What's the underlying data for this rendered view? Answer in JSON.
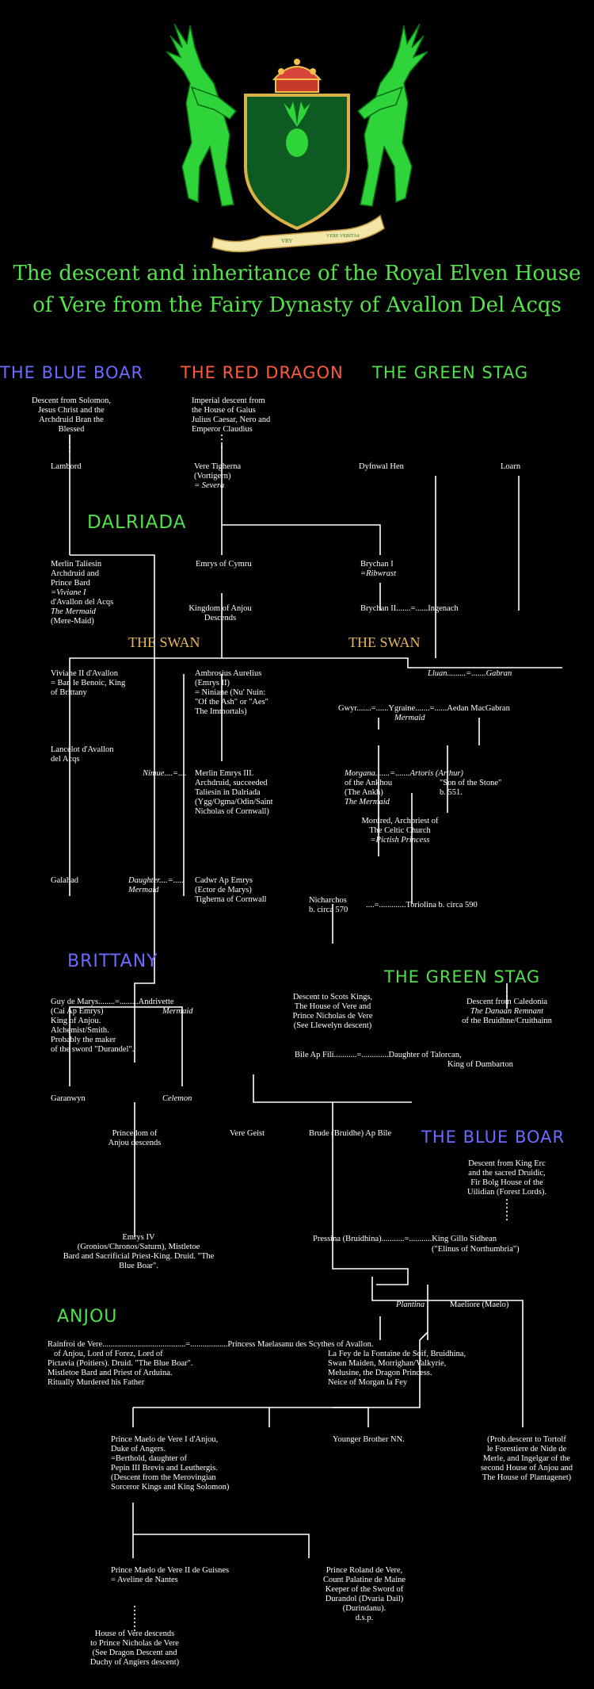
{
  "colors": {
    "blue": "#6b6bff",
    "red": "#ff5a3c",
    "green": "#4fe04a",
    "gold": "#e8b65a",
    "line": "#ffffff"
  },
  "crest": {
    "motto_left": "VRY",
    "motto_right": "VERE VERITAS"
  },
  "title": {
    "line1": "The descent and inheritance of the Royal Elven House",
    "line2": "of Vere from the Fairy Dynasty of Avallon Del Acqs"
  },
  "headers": {
    "blue_boar": "THE BLUE BOAR",
    "red_dragon": "THE RED DRAGON",
    "green_stag": "THE GREEN STAG",
    "dalriada": "DALRIADA",
    "swan_left": "THE SWAN",
    "swan_right": "THE SWAN",
    "brittany": "BRITTANY",
    "green_stag_2": "THE GREEN STAG",
    "blue_boar_2": "THE BLUE BOAR",
    "anjou": "ANJOU"
  },
  "nodes": {
    "solomon": [
      "Descent from Solomon,",
      "Jesus Christ and the",
      "Archdruid Bran the",
      "Blessed"
    ],
    "gaius": [
      "Imperial descent from",
      "the House of Gaius",
      "Julius Caesar, Nero and",
      "Emperor Claudius"
    ],
    "lambord": "Lambord",
    "vere_tigherna": [
      "Vere Tigherna",
      "(Vortigern)",
      "= Severa"
    ],
    "dyfnwal": "Dyfnwal Hen",
    "loarn": "Loarn",
    "merlin": [
      "Merlin Taliesin",
      "Archdruid and",
      "Prince Bard",
      "=Viviane I",
      "d'Avallon del Acqs",
      "The Mermaid",
      "(Mere-Maid)"
    ],
    "emrys_cymru": "Emrys of Cymru",
    "brychan1": [
      "Brychan I",
      "=Ribwrast"
    ],
    "kingdom_anjou": [
      "Kingdom of Anjou",
      "Descends"
    ],
    "brychan2": "Brychan II.......=......Ingenach",
    "viviane2": [
      "Viviane II d'Avallon",
      "= Ban le Benoic, King",
      "of Brittany"
    ],
    "ambrosius": [
      "Ambrosius Aurelius",
      "(Emrys II)",
      "= Niniane (Nu' Nuin:",
      "\"Of the Ash\" or \"Aes\"",
      "The Immortals)"
    ],
    "lluan": "Lluan.........=.......Gabran",
    "gwyr": "Gwyr.......=......Ygraine.......=......Aedan MacGabran",
    "gwyr_mermaid": "Mermaid",
    "lancelot": [
      "Lancelot d'Avallon",
      "del Acqs"
    ],
    "nimue": "Nimue....=....",
    "merlin_emrys3": [
      "Merlin Emrys III.",
      "Archdruid, succeeded",
      "Taliesin in Dalriada",
      "(Ygg/Ogma/Odin/Saint",
      "Nicholas of Cornwall)"
    ],
    "morgana": [
      "Morgana.......=.......Artoris (Arthur)",
      "of the Ankhou",
      "(The Ankh)",
      "The Mermaid"
    ],
    "artoris": [
      "\"Son of the Stone\"",
      "b. 551."
    ],
    "mordred": [
      "Mordred, Archpriest of",
      "The Celtic Church",
      "=Pictish Princess"
    ],
    "galahad": "Galahad",
    "daughter": [
      "Daughter....=.....",
      "Mermaid"
    ],
    "cadwr": [
      "Cadwr Ap Emrys",
      "(Ector de Marys)",
      "Tigherna of Cornwall"
    ],
    "nicharchos": [
      "Nicharchos",
      "b. circa 570"
    ],
    "toriolina": "....=.............Toriolina  b. circa 590",
    "guy": [
      "Guy  de Marys........=.........Andrivette",
      "(Cai Ap Emrys)",
      "King of Anjou.",
      "Alchemist/Smith.",
      "Probably the maker",
      "of the sword \"Durandel\"."
    ],
    "andrivette_mermaid": "Mermaid",
    "scots": [
      "Descent to Scots Kings,",
      "The House of Vere and",
      "Prince Nicholas de Vere",
      "(See Llewelyn descent)"
    ],
    "caledonia": [
      "Descent from Caledonia",
      "The Danaan Remnant",
      "of the Bruidhne/Cruithainn"
    ],
    "bile": "Bile Ap Fili...........=.............Daughter of Talorcan,",
    "bile2": "King of Dumbarton",
    "garanwyn": "Garanwyn",
    "celemon": "Celemon",
    "princedom": [
      "Princedom of",
      "Anjou descends"
    ],
    "vere_geist": "Vere Geist",
    "brude": "Brude (Bruidhe) Ap Bile",
    "erc": [
      "Descent from King Erc",
      "and the sacred Druidic,",
      "Fir Bolg House of the",
      "Uilidian (Forest Lords)."
    ],
    "emrys4": [
      "Emrys IV",
      "(Gronios/Chronos/Saturn),  Mistletoe",
      "Bard and Sacrificial Priest-King. Druid. \"The",
      "Blue Boar\"."
    ],
    "pressina": "Pressina (Bruidhina)...........=...........King Gillo Sidhean",
    "elinus": "(\"Elinus of Northumbria\")",
    "plantina": "Plantina",
    "maeliore": "Maeliore (Maelo)",
    "rainfroi": [
      "Rainfroi de Vere........................................=..................Princess Maelasanu des Scythes of Avallon.",
      "of Anjou, Lord of Forez, Lord of",
      "Pictavia (Poitiers). Druid.  \"The Blue Boar\".",
      "Mistletoe Bard and Priest of Arduina.",
      "Ritually Murdered his Father"
    ],
    "maelasanu": [
      "La Fey de la Fontaine de Soif, Bruidhina,",
      "Swan Maiden, Morrighan/Valkyrie,",
      "Melusine, the Dragon Princess.",
      "Neice of Morgan la Fey"
    ],
    "maelo1": [
      "Prince Maelo de Vere I d'Anjou,",
      "Duke of Angers.",
      "=Berthold, daughter of",
      "Pepin III Brevis and Leuthergis.",
      "(Descent from the Merovingian",
      "Sorceror Kings and King Solomon)"
    ],
    "younger": "Younger Brother NN.",
    "tortolf": [
      "(Prob.descent to Tortolf",
      "le Forestiere de Nide de",
      "Merle,  and Ingelgar of the",
      "second House of Anjou and",
      "The House of Plantagenet)"
    ],
    "maelo2": [
      "Prince Maelo de Vere II de Guisnes",
      "= Aveline de Nantes"
    ],
    "roland": [
      "Prince Roland de Vere,",
      "Count Palatine de Maine",
      "Keeper of the Sword of",
      "Durandol (Dvaria Dail)",
      "(Durindanu).",
      "d.s.p."
    ],
    "house_vere": [
      "House of Vere descends",
      "to Prince Nicholas de Vere",
      "(See Dragon Descent and",
      "Duchy of Angiers descent)"
    ]
  }
}
